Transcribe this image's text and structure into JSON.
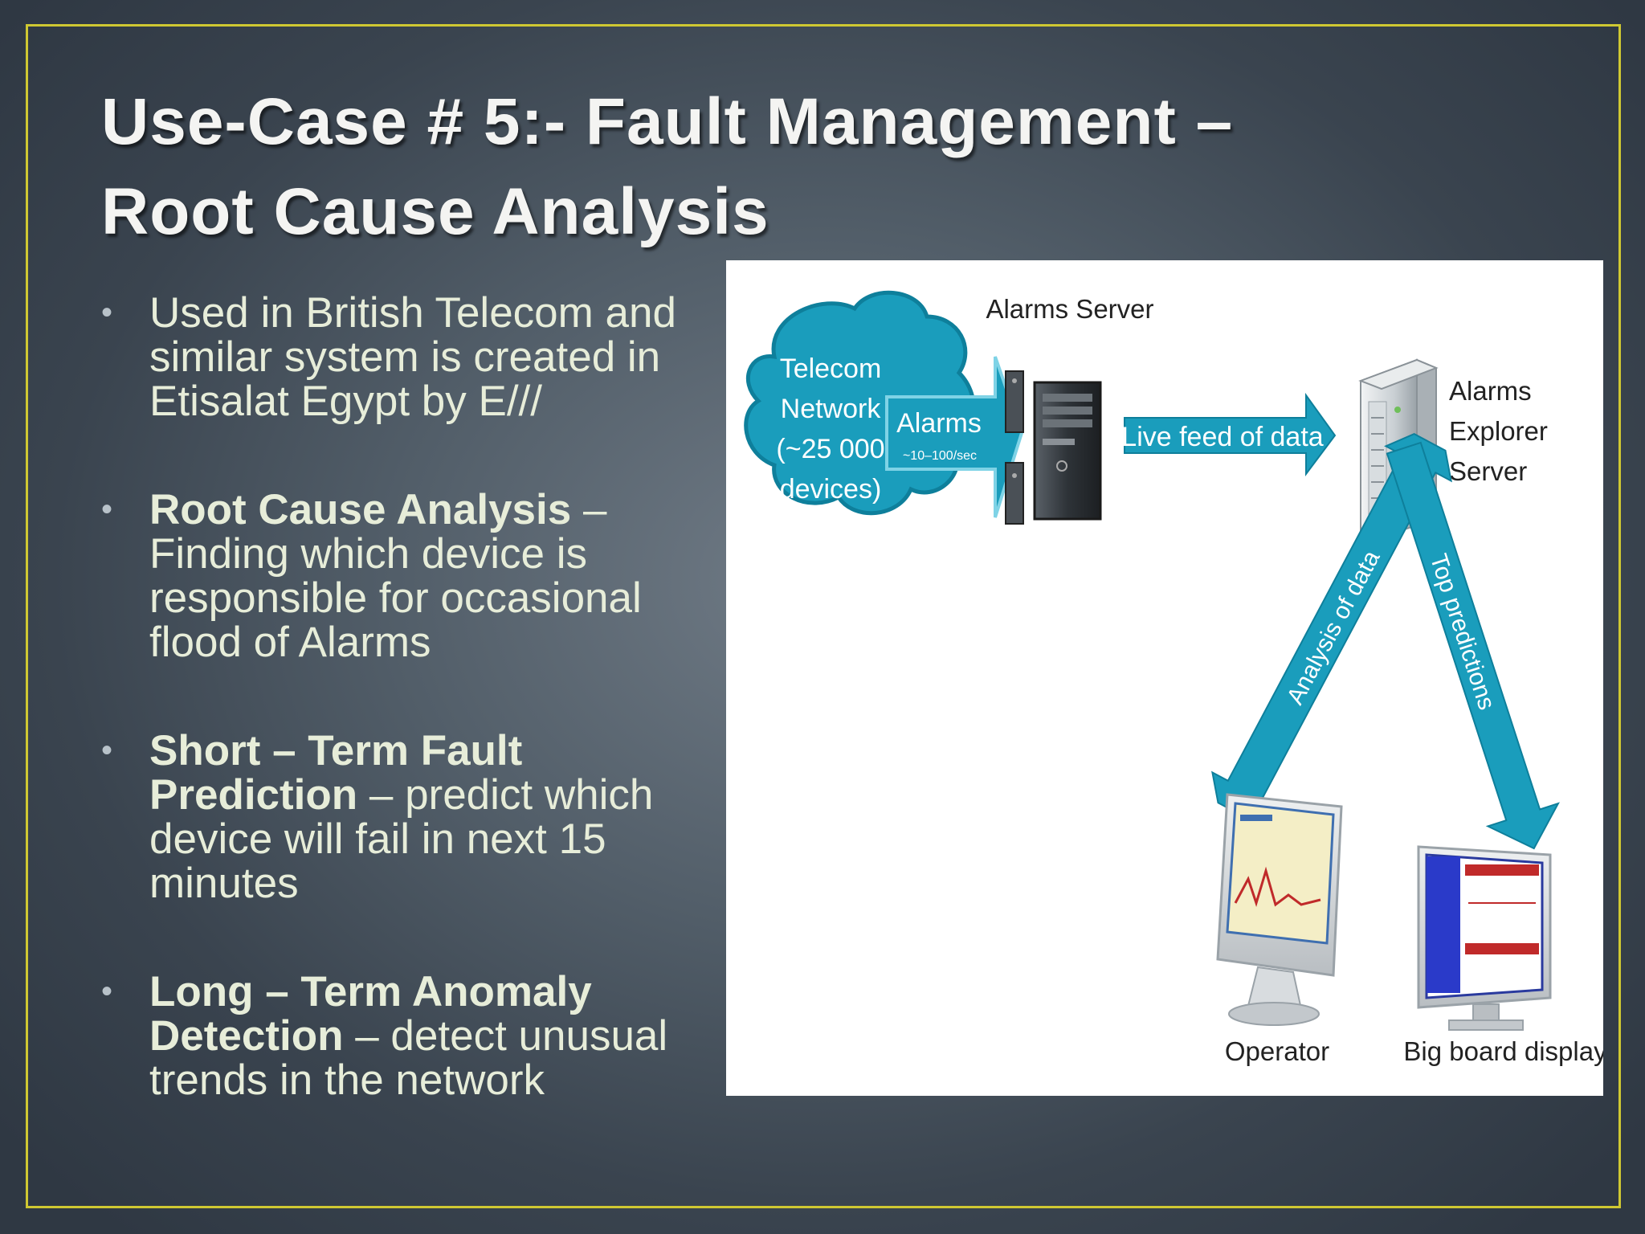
{
  "slide": {
    "title_line1": "Use-Case # 5:- Fault Management –",
    "title_line2": "Root Cause Analysis",
    "bullets": [
      {
        "bold1": "",
        "text1": "Used in British Telecom and similar system is created in Etisalat Egypt by E///",
        "bold2": "",
        "text2": ""
      },
      {
        "bold1": "Root Cause Analysis",
        "text1": " – Finding which device is responsible for occasional flood of Alarms",
        "bold2": "",
        "text2": ""
      },
      {
        "bold1": "Short – Term Fault Prediction",
        "text1": " – predict which device will fail in next 15 minutes",
        "bold2": "",
        "text2": ""
      },
      {
        "bold1": "Long – Term Anomaly Detection",
        "text1": " – detect unusual trends in the network",
        "bold2": "",
        "text2": ""
      }
    ],
    "bullet_glyph": "•"
  },
  "diagram": {
    "cloud_line1": "Telecom",
    "cloud_line2": "Network",
    "cloud_line3": "(~25 000",
    "cloud_line4": "devices)",
    "alarms_label": "Alarms",
    "alarms_rate": "~10–100/sec",
    "alarms_server": "Alarms Server",
    "live_feed": "Live feed of data",
    "explorer_line1": "Alarms",
    "explorer_line2": "Explorer",
    "explorer_line3": "Server",
    "analysis_arrow": "Analysis of data",
    "predictions_arrow": "Top predictions",
    "operator": "Operator",
    "big_board": "Big board display",
    "colors": {
      "teal": "#1a9dbc",
      "teal_dark": "#0e7f9b",
      "frame": "#cfc832"
    }
  }
}
